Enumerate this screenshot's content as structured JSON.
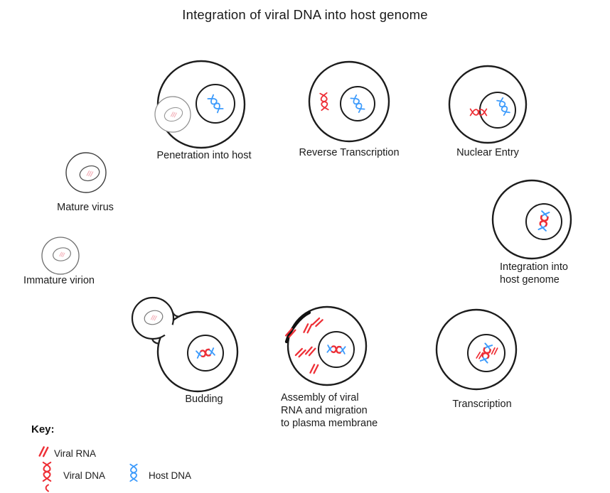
{
  "title": "Integration of viral DNA into host genome",
  "stages": {
    "penetration": {
      "label": "Penetration into host"
    },
    "reverse_transcription": {
      "label": "Reverse Transcription"
    },
    "nuclear_entry": {
      "label": "Nuclear Entry"
    },
    "mature_virus": {
      "label": "Mature virus"
    },
    "immature_virion": {
      "label": "Immature virion"
    },
    "integration": {
      "line1": "Integration into",
      "line2": "host genome"
    },
    "budding": {
      "label": "Budding"
    },
    "assembly": {
      "line1": "Assembly of viral",
      "line2": "RNA and migration",
      "line3": "to plasma membrane"
    },
    "transcription": {
      "label": "Transcription"
    }
  },
  "key": {
    "heading": "Key:",
    "viral_rna": "Viral RNA",
    "viral_dna": "Viral DNA",
    "host_dna": "Host DNA"
  },
  "colors": {
    "viral_rna": "#ee2f36",
    "viral_dna": "#ee2f36",
    "host_dna": "#3d9bfc",
    "immature_rna_pink": "#f2a9b2",
    "membrane_black": "#1c1c1c"
  }
}
